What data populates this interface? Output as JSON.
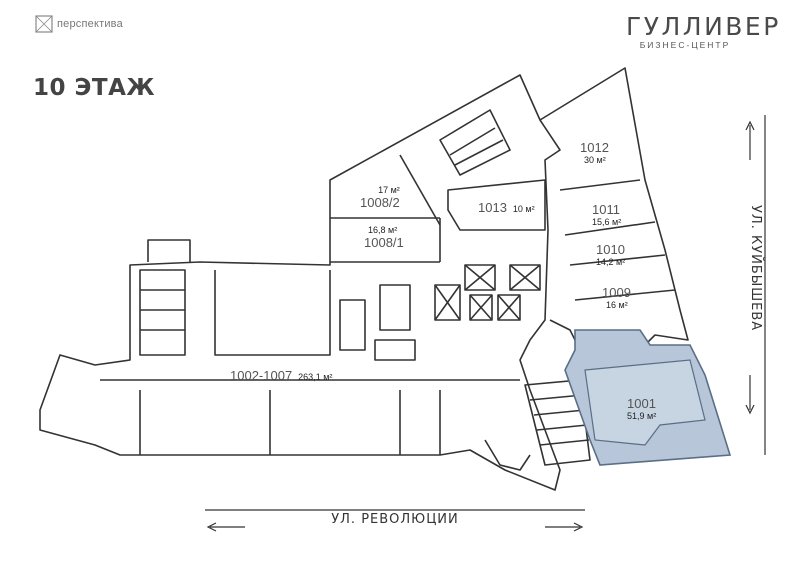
{
  "header": {
    "logo_text": "перспектива",
    "brand_name": "ГУЛЛИВЕР",
    "brand_sub": "БИЗНЕС-ЦЕНТР",
    "floor_title": "10 ЭТАЖ"
  },
  "streets": {
    "bottom": "УЛ. РЕВОЛЮЦИИ",
    "right": "УЛ. КУЙБЫШЕВА"
  },
  "rooms": [
    {
      "id": "1012",
      "number": "1012",
      "area": "30 м²",
      "highlighted": false
    },
    {
      "id": "1011",
      "number": "1011",
      "area": "15,6 м²",
      "highlighted": false
    },
    {
      "id": "1010",
      "number": "1010",
      "area": "14,2 м²",
      "highlighted": false
    },
    {
      "id": "1009",
      "number": "1009",
      "area": "16 м²",
      "highlighted": false
    },
    {
      "id": "1013",
      "number": "1013",
      "area": "10 м²",
      "highlighted": false
    },
    {
      "id": "1008-2",
      "number": "1008/2",
      "area": "17 м²",
      "highlighted": false
    },
    {
      "id": "1008-1",
      "number": "1008/1",
      "area": "16,8 м²",
      "highlighted": false
    },
    {
      "id": "1002-1007",
      "number": "1002-1007",
      "area": "263,1 м²",
      "highlighted": false
    },
    {
      "id": "1001",
      "number": "1001",
      "area": "51,9 м²",
      "highlighted": true
    }
  ],
  "colors": {
    "wall": "#333333",
    "highlight_fill": "#b7c6d8",
    "highlight_stroke": "#5a6e86",
    "text": "#333333"
  }
}
